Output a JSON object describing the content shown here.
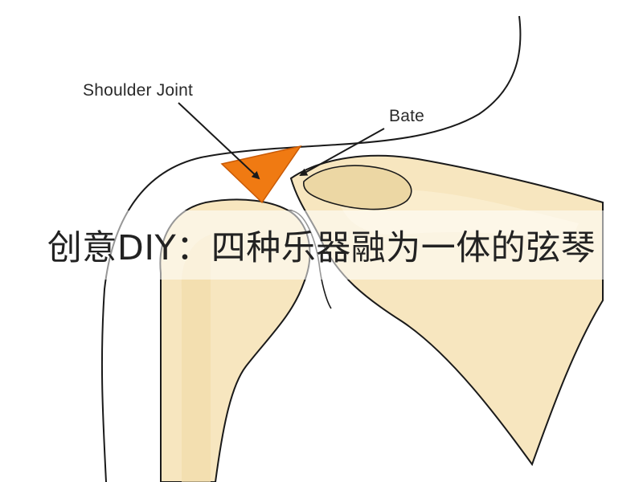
{
  "labels": {
    "shoulder_joint": "Shoulder Joint",
    "bate": "Bate"
  },
  "caption": "创意DIY：四种乐器融为一体的弦琴",
  "colors": {
    "bone_fill": "#f7e6bf",
    "bone_highlight": "#fbf0d3",
    "bone_shade": "#ecd7a4",
    "outline": "#1a1a1a",
    "marker": "#f07a12"
  },
  "icons": {
    "marker": "orange-triangle",
    "arrows": "pointer-arrow"
  }
}
